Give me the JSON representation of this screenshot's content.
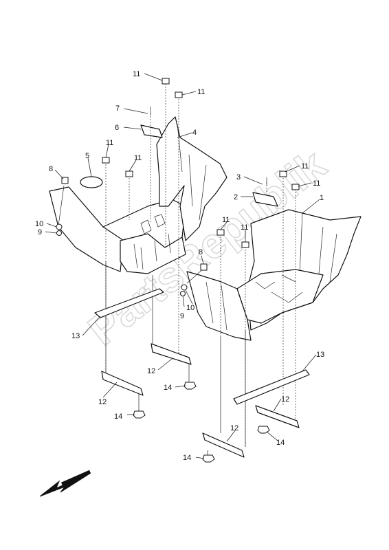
{
  "diagram": {
    "watermark": "PartsRepublik",
    "callouts": {
      "c1": "1",
      "c2": "2",
      "c3": "3",
      "c4": "4",
      "c5": "5",
      "c6": "6",
      "c7": "7",
      "c8a": "8",
      "c8b": "8",
      "c9a": "9",
      "c9b": "9",
      "c10a": "10",
      "c10b": "10",
      "c11a": "11",
      "c11b": "11",
      "c11c": "11",
      "c11d": "11",
      "c11e": "11",
      "c11f": "11",
      "c11g": "11",
      "c12a": "12",
      "c12b": "12",
      "c12c": "12",
      "c12d": "12",
      "c13a": "13",
      "c13b": "13",
      "c14a": "14",
      "c14b": "14",
      "c14c": "14",
      "c14d": "14"
    },
    "direction_arrow": "front-arrow-icon"
  }
}
